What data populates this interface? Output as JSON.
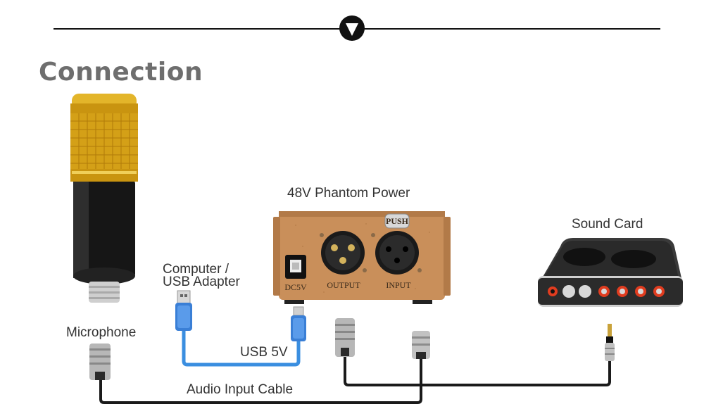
{
  "page": {
    "title": "Connection"
  },
  "labels": {
    "microphone": "Microphone",
    "usb_adapter_line1": "Computer /",
    "usb_adapter_line2": "USB Adapter",
    "usb_5v": "USB 5V",
    "phantom_power": "48V Phantom Power",
    "sound_card": "Sound Card",
    "audio_input_cable": "Audio Input Cable"
  },
  "phantom_panel": {
    "dc5v": "DC5V",
    "output": "OUTPUT",
    "input": "INPUT",
    "push": "PUSH"
  },
  "colors": {
    "title": "#6e6e6e",
    "divider": "#111111",
    "mic_gold": "#d4a017",
    "mic_body": "#1a1a1a",
    "phantom_body": "#c98f5a",
    "usb_cable": "#3a8ee0",
    "audio_cable": "#1a1a1a",
    "sound_card_body": "#2b2b2b",
    "sound_card_knob": "#e03c1f"
  }
}
